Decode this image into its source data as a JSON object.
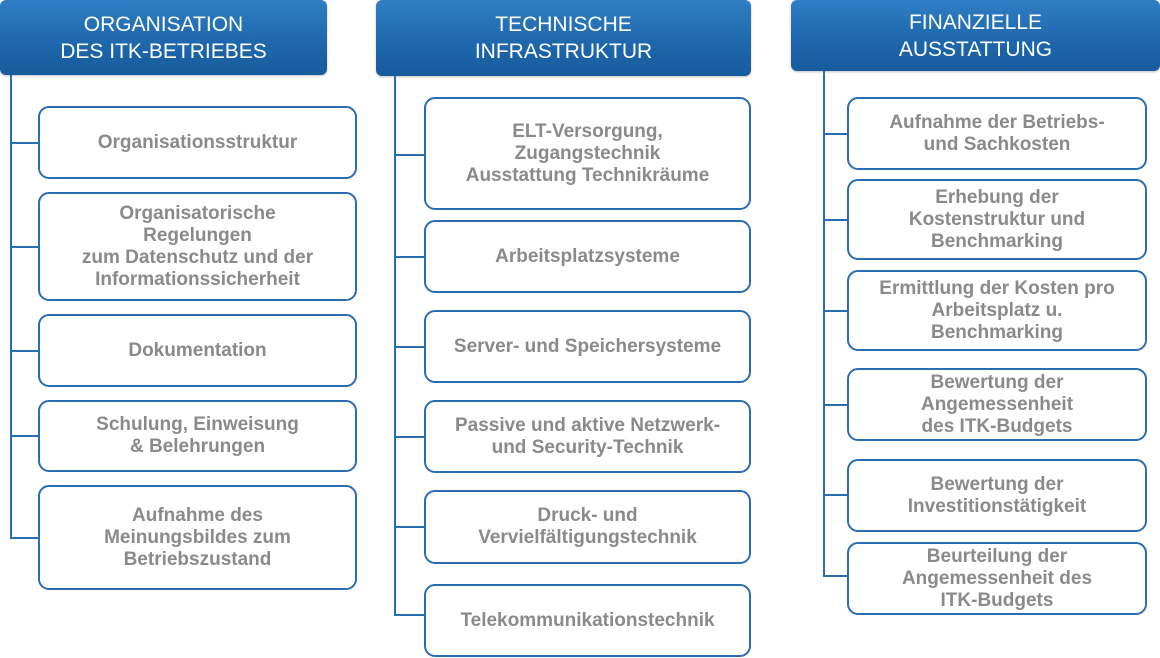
{
  "columns": [
    {
      "header": "ORGANISATION\nDES ITK-BETRIEBES",
      "items": [
        "Organisationsstruktur",
        "Organisatorische\nRegelungen\nzum Datenschutz und der\nInformationssicherheit",
        "Dokumentation",
        "Schulung, Einweisung\n& Belehrungen",
        "Aufnahme des\nMeinungsbildes zum\nBetriebszustand"
      ]
    },
    {
      "header": "TECHNISCHE\nINFRASTRUKTUR",
      "items": [
        "ELT-Versorgung,\nZugangstechnik\nAusstattung Technikräume",
        "Arbeitsplatzsysteme",
        "Server- und Speichersysteme",
        "Passive und aktive Netzwerk-\nund Security-Technik",
        "Druck- und\nVervielfältigungstechnik",
        "Telekommunikationstechnik"
      ]
    },
    {
      "header": "FINANZIELLE\nAUSSTATTUNG",
      "items": [
        "Aufnahme der Betriebs-\nund Sachkosten",
        "Erhebung der\nKostenstruktur und\nBenchmarking",
        "Ermittlung der Kosten pro\nArbeitsplatz u.\nBenchmarking",
        "Bewertung der\nAngemessenheit\ndes ITK-Budgets",
        "Bewertung der\nInvestitionstätigkeit",
        "Beurteilung der\nAngemessenheit des\nITK-Budgets"
      ]
    }
  ]
}
